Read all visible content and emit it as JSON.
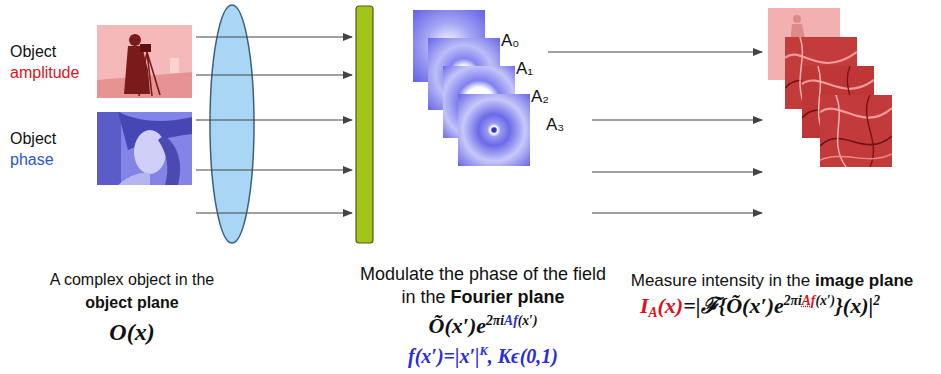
{
  "diagram": {
    "nodes": [
      {
        "text": [
          "Object",
          "amplitude"
        ]
      },
      {
        "text": [
          "Object",
          "phase"
        ]
      },
      {
        "text": [
          "A₀"
        ]
      },
      {
        "text": [
          "A₁"
        ]
      },
      {
        "text": [
          "A₂"
        ]
      },
      {
        "text": [
          "A₃"
        ]
      }
    ],
    "labels": [
      "A complex object in the",
      "object plane",
      "O(x)",
      "Modulate the phase of the field",
      "in the",
      "Fourier plane",
      "Õ(x′)e",
      "2πi",
      "Af",
      "(x′)",
      "f(x′)=|x′|",
      "K",
      ", Kϵ(0,1)",
      "Measure intensity in the",
      "image plane",
      "I",
      "A",
      "(x)",
      "=|ℱ{Õ(x′)e",
      "2πi",
      "Af",
      "(x′)",
      "}(x)|",
      "2"
    ]
  }
}
